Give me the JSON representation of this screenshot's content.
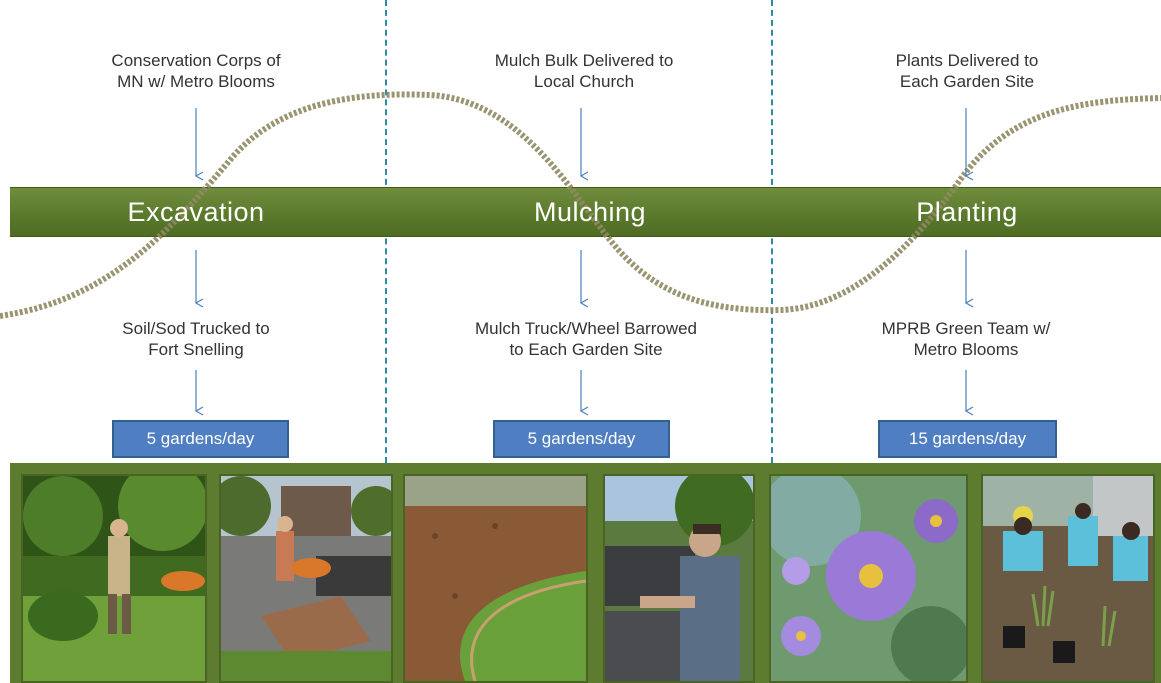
{
  "phases": [
    {
      "name": "Excavation",
      "input": "Conservation Corps of\nMN w/ Metro Blooms",
      "output": "Soil/Sod Trucked to\nFort Snelling",
      "rate": "5 gardens/day"
    },
    {
      "name": "Mulching",
      "input": "Mulch Bulk Delivered to\nLocal Church",
      "output": "Mulch Truck/Wheel Barrowed\nto Each Garden Site",
      "rate": "5 gardens/day"
    },
    {
      "name": "Planting",
      "input": "Plants Delivered to\nEach Garden Site",
      "output": "MPRB Green Team w/\nMetro Blooms",
      "rate": "15 gardens/day"
    }
  ],
  "colors": {
    "band": "#5b7a2c",
    "rate_box": "#4f7fc2",
    "arrow": "#4a7fc0",
    "divider": "#2d8ba3",
    "dotted_wave": "#8f8a62"
  },
  "photos": [
    {
      "subject": "worker-shoveling-yard"
    },
    {
      "subject": "worker-wheelbarrow-street"
    },
    {
      "subject": "mulched-garden-bed"
    },
    {
      "subject": "man-at-truck-bed"
    },
    {
      "subject": "purple-aster-flowers"
    },
    {
      "subject": "team-planting-garden"
    }
  ]
}
